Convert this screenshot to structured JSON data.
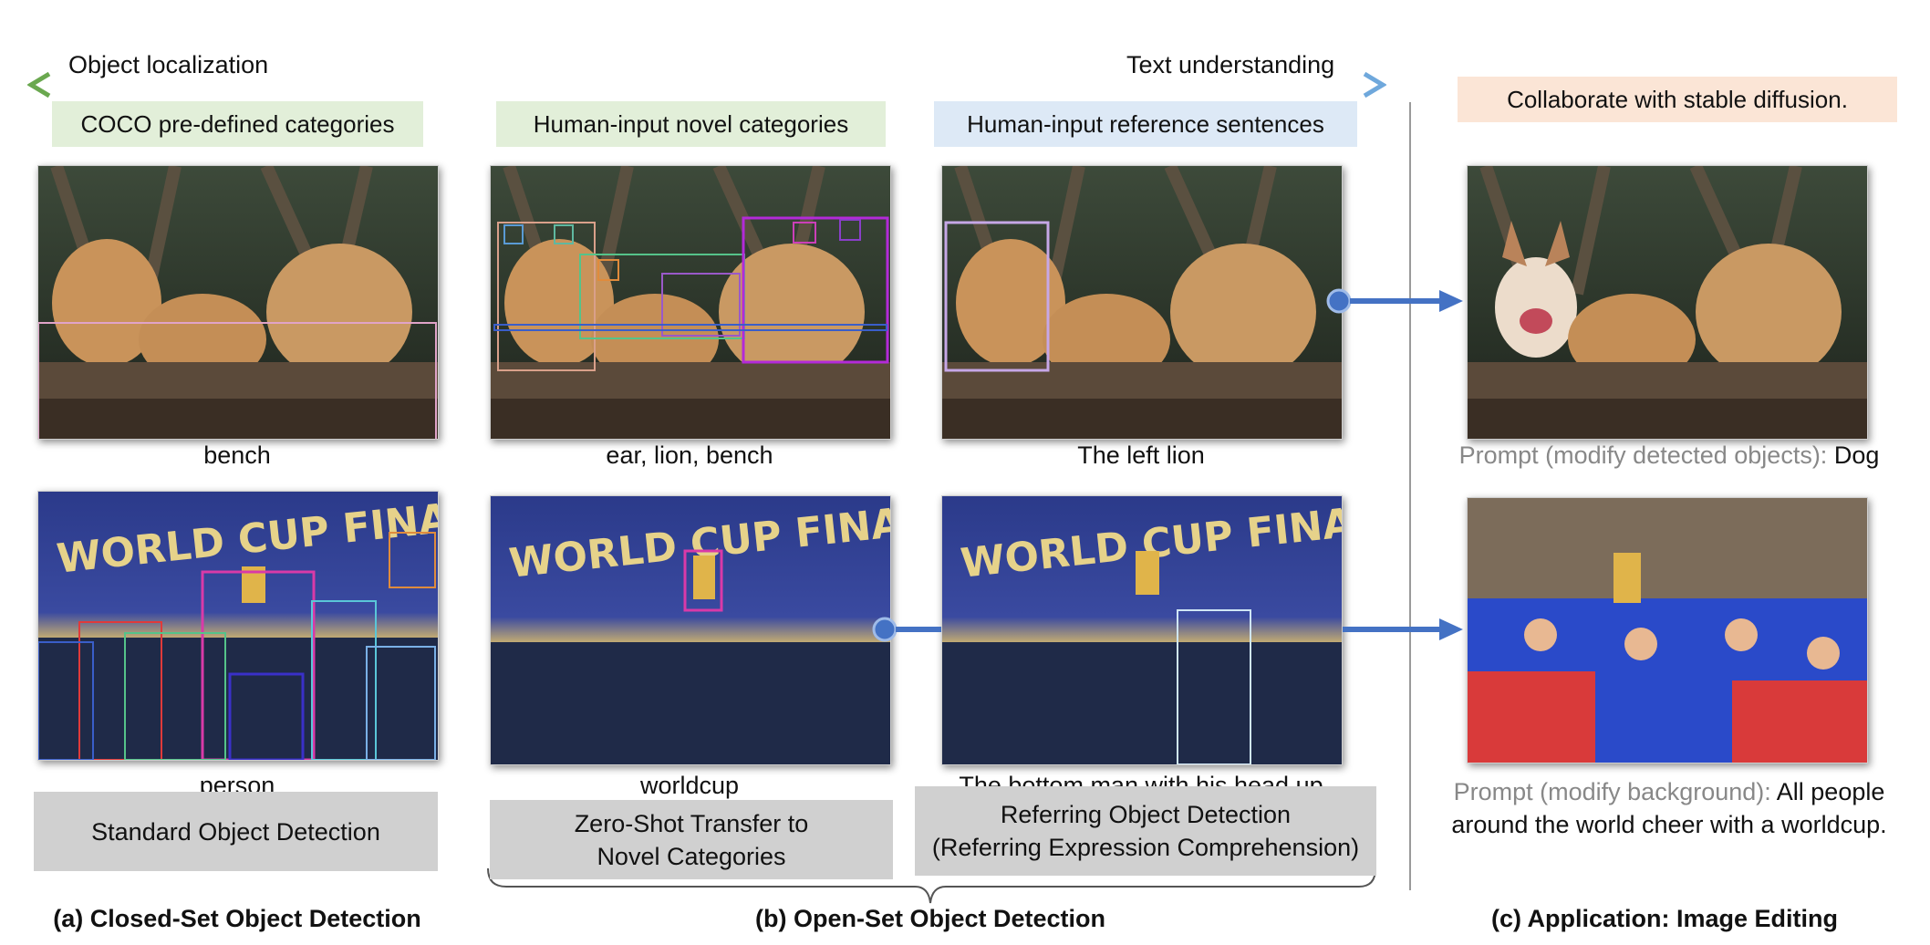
{
  "axis": {
    "left_label": "Object localization",
    "right_label": "Text understanding"
  },
  "tags": {
    "coco": "COCO pre-defined categories",
    "novel": "Human-input novel categories",
    "reference": "Human-input reference sentences",
    "diffusion": "Collaborate with stable diffusion."
  },
  "labels": {
    "row1_a": "bench",
    "row1_b": "ear, lion, bench",
    "row1_c": "The left lion",
    "row1_d_prefix": "Prompt (modify detected objects):",
    "row1_d_value": "Dog",
    "row2_a": "person",
    "row2_b": "worldcup",
    "row2_c": "The bottom man with his head up",
    "row2_d_prefix": "Prompt (modify background):",
    "row2_d_value_line1": "All people",
    "row2_d_value_line2": "around the world cheer with a worldcup."
  },
  "tasks": {
    "standard": "Standard Object Detection",
    "zeroshot_line1": "Zero-Shot Transfer to",
    "zeroshot_line2": "Novel Categories",
    "referring_line1": "Referring Object Detection",
    "referring_line2": "(Referring Expression Comprehension)"
  },
  "sections": {
    "a": "(a) Closed-Set Object Detection",
    "b": "(b) Open-Set Object Detection",
    "c": "(c) Application: Image Editing"
  },
  "colors": {
    "arrow_left": "#6aa84f",
    "arrow_right": "#6fa8dc",
    "tag_green": "#e2efd9",
    "tag_blue": "#dde9f6",
    "tag_orange": "#fbe5d6",
    "task_gray": "#d0d0d0",
    "connector": "#4472c4"
  },
  "images": [
    "lions-photo",
    "lions-ears-photo",
    "lions-left-photo",
    "dog-lions-photo",
    "worldcup-persons-photo",
    "worldcup-trophy-photo",
    "worldcup-man-photo",
    "worldcup-fans-photo"
  ]
}
